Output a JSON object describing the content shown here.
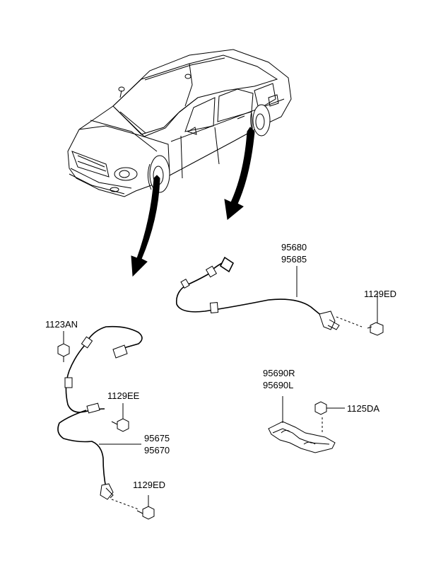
{
  "labels": {
    "rear_sensor_part_a": "95680",
    "rear_sensor_part_b": "95685",
    "rear_bolt": "1129ED",
    "front_bolt_top": "1123AN",
    "front_bolt_mid": "1129EE",
    "front_sensor_part_a": "95675",
    "front_sensor_part_b": "95670",
    "front_bolt_bottom": "1129ED",
    "bracket_part_a": "95690R",
    "bracket_part_b": "95690L",
    "bracket_bolt": "1125DA"
  }
}
